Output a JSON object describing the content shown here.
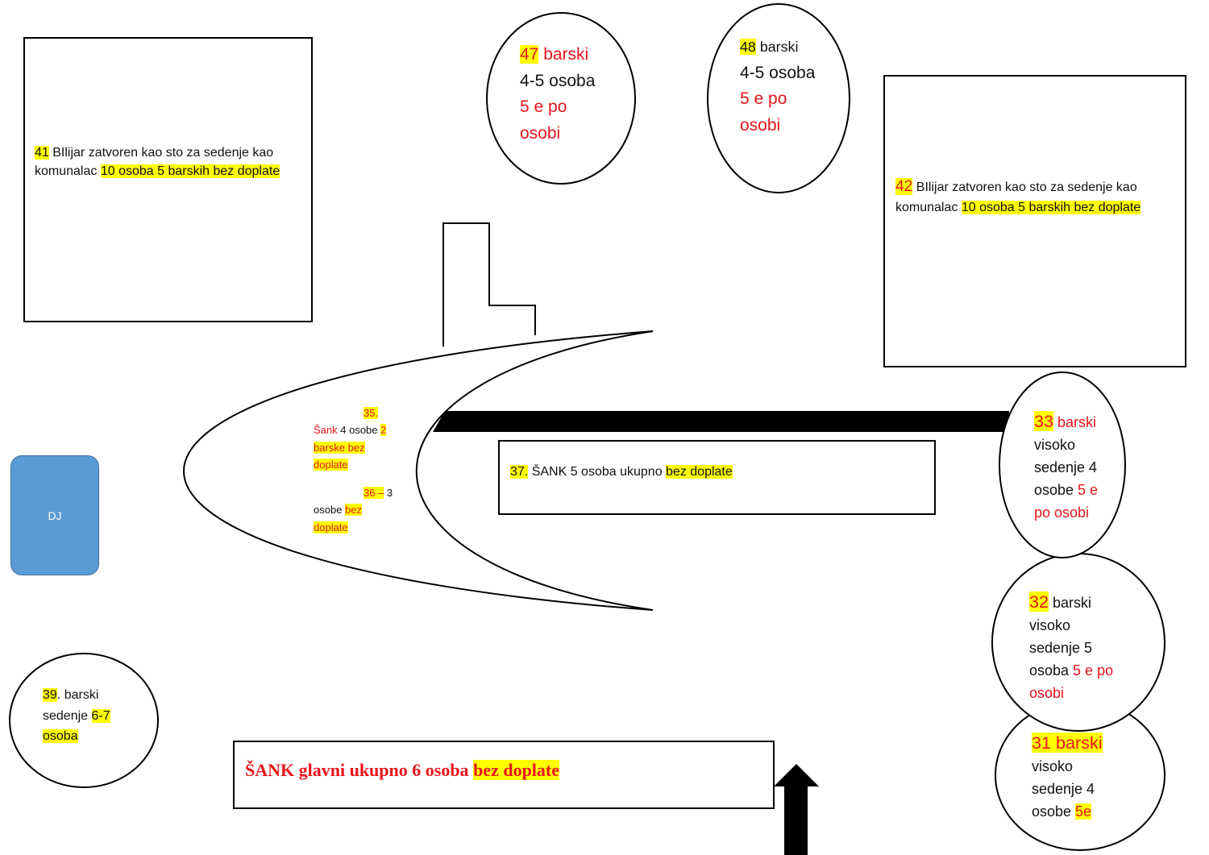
{
  "dj": {
    "label": "DJ"
  },
  "tables": [
    {
      "id": "table-41",
      "segments": [
        {
          "t": "41",
          "hl": true
        },
        {
          "t": " BIlijar zatvoren kao sto za sedenje kao komunalac "
        },
        {
          "t": "10 osoba 5 barskih bez doplate",
          "hl": true
        }
      ]
    },
    {
      "id": "table-42",
      "segments": [
        {
          "t": "42",
          "hl": true,
          "red": true,
          "big": true
        },
        {
          "t": " BIlijar zatvoren kao sto za sedenje kao komunalac "
        },
        {
          "t": "10 osoba 5 barskih bez doplate",
          "hl": true
        }
      ]
    },
    {
      "id": "table-47",
      "segments": [
        {
          "t": "47",
          "hl": true,
          "red": true
        },
        {
          "t": " barski",
          "red": true,
          "br": true
        },
        {
          "t": "4-5 osoba",
          "br": true
        },
        {
          "t": "5 e po",
          "red": true,
          "br": true
        },
        {
          "t": "osobi",
          "red": true
        }
      ]
    },
    {
      "id": "table-48",
      "segments": [
        {
          "t": "48",
          "hl": true,
          "small": true
        },
        {
          "t": " barski",
          "small": true,
          "br": true
        },
        {
          "t": "4-5 osoba",
          "br": true
        },
        {
          "t": "5 e po",
          "red": true,
          "br": true
        },
        {
          "t": "osobi",
          "red": true
        }
      ]
    },
    {
      "id": "table-35",
      "segments": [
        {
          "t": "35.",
          "hl": true,
          "red": true,
          "br": true,
          "indent": true
        },
        {
          "t": "Šank",
          "red": true
        },
        {
          "t": " 4 osobe "
        },
        {
          "t": "2",
          "hl": true,
          "red": true,
          "br": true
        },
        {
          "t": "barske bez",
          "hl": true,
          "red": true,
          "br": true
        },
        {
          "t": "doplate",
          "hl": true,
          "red": true
        }
      ]
    },
    {
      "id": "table-36",
      "segments": [
        {
          "t": "36 –",
          "hl": true,
          "red": true,
          "indent": true
        },
        {
          "t": " 3",
          "br": true
        },
        {
          "t": "osobe "
        },
        {
          "t": "bez",
          "hl": true,
          "red": true,
          "br": true
        },
        {
          "t": "doplate",
          "hl": true,
          "red": true
        }
      ]
    },
    {
      "id": "table-37",
      "segments": [
        {
          "t": "37.",
          "hl": true
        },
        {
          "t": " ŠANK 5 osoba ukupno "
        },
        {
          "t": "bez doplate",
          "hl": true
        }
      ]
    },
    {
      "id": "table-33",
      "segments": [
        {
          "t": "33",
          "hl": true,
          "red": true,
          "big": true
        },
        {
          "t": " barski",
          "red": true,
          "br": true
        },
        {
          "t": "visoko",
          "br": true
        },
        {
          "t": "sedenje 4",
          "br": true
        },
        {
          "t": "osobe "
        },
        {
          "t": "5 e",
          "red": true,
          "br": true
        },
        {
          "t": "po osobi",
          "red": true
        }
      ]
    },
    {
      "id": "table-32",
      "segments": [
        {
          "t": "32",
          "hl": true,
          "red": true,
          "big": true
        },
        {
          "t": " barski",
          "br": true
        },
        {
          "t": "visoko",
          "br": true
        },
        {
          "t": "sedenje 5",
          "br": true
        },
        {
          "t": "osoba "
        },
        {
          "t": "5 e po",
          "red": true,
          "br": true
        },
        {
          "t": "osobi",
          "red": true
        }
      ]
    },
    {
      "id": "table-31",
      "segments": [
        {
          "t": "31 barski",
          "hl": true,
          "red": true,
          "big": true,
          "br": true
        },
        {
          "t": "visoko",
          "br": true
        },
        {
          "t": "sedenje 4",
          "br": true
        },
        {
          "t": "osobe "
        },
        {
          "t": "5e",
          "hl": true,
          "red": true
        }
      ]
    },
    {
      "id": "table-39",
      "segments": [
        {
          "t": "39",
          "hl": true
        },
        {
          "t": ". barski",
          "br": true
        },
        {
          "t": "sedenje "
        },
        {
          "t": "6-7",
          "hl": true,
          "br": true
        },
        {
          "t": "osoba",
          "hl": true
        }
      ]
    },
    {
      "id": "main-bar",
      "segments": [
        {
          "t": "ŠANK glavni  ukupno 6 osoba ",
          "red": true
        },
        {
          "t": "bez doplate",
          "hl": true,
          "red": true
        }
      ]
    }
  ]
}
